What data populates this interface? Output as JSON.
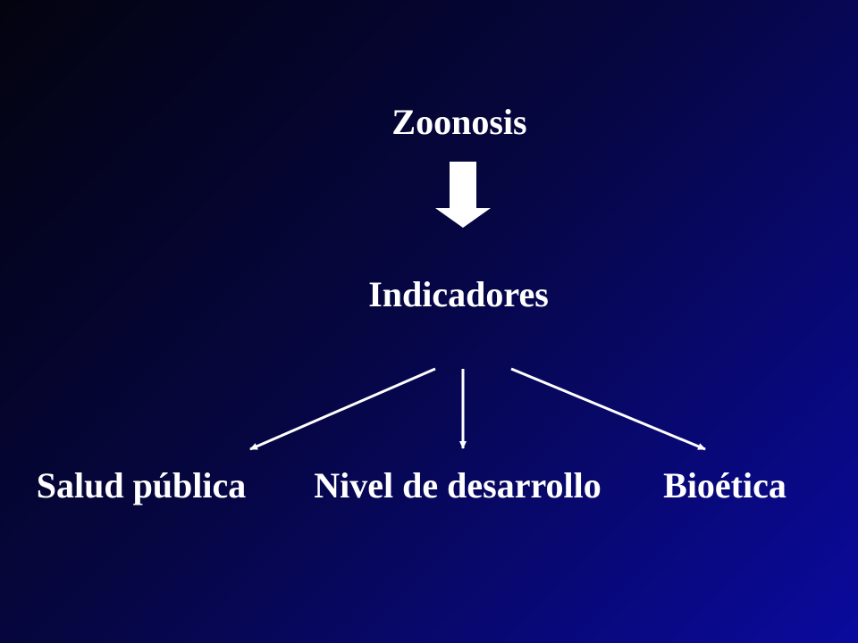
{
  "diagram": {
    "top": "Zoonosis",
    "middle": "Indicadores",
    "branches": [
      "Salud pública",
      "Nivel de desarrollo",
      "Bioética"
    ]
  },
  "colors": {
    "background_dark": "#03030f",
    "background_light": "#0a0a9e",
    "text": "#ffffff",
    "arrow": "#ffffff"
  }
}
